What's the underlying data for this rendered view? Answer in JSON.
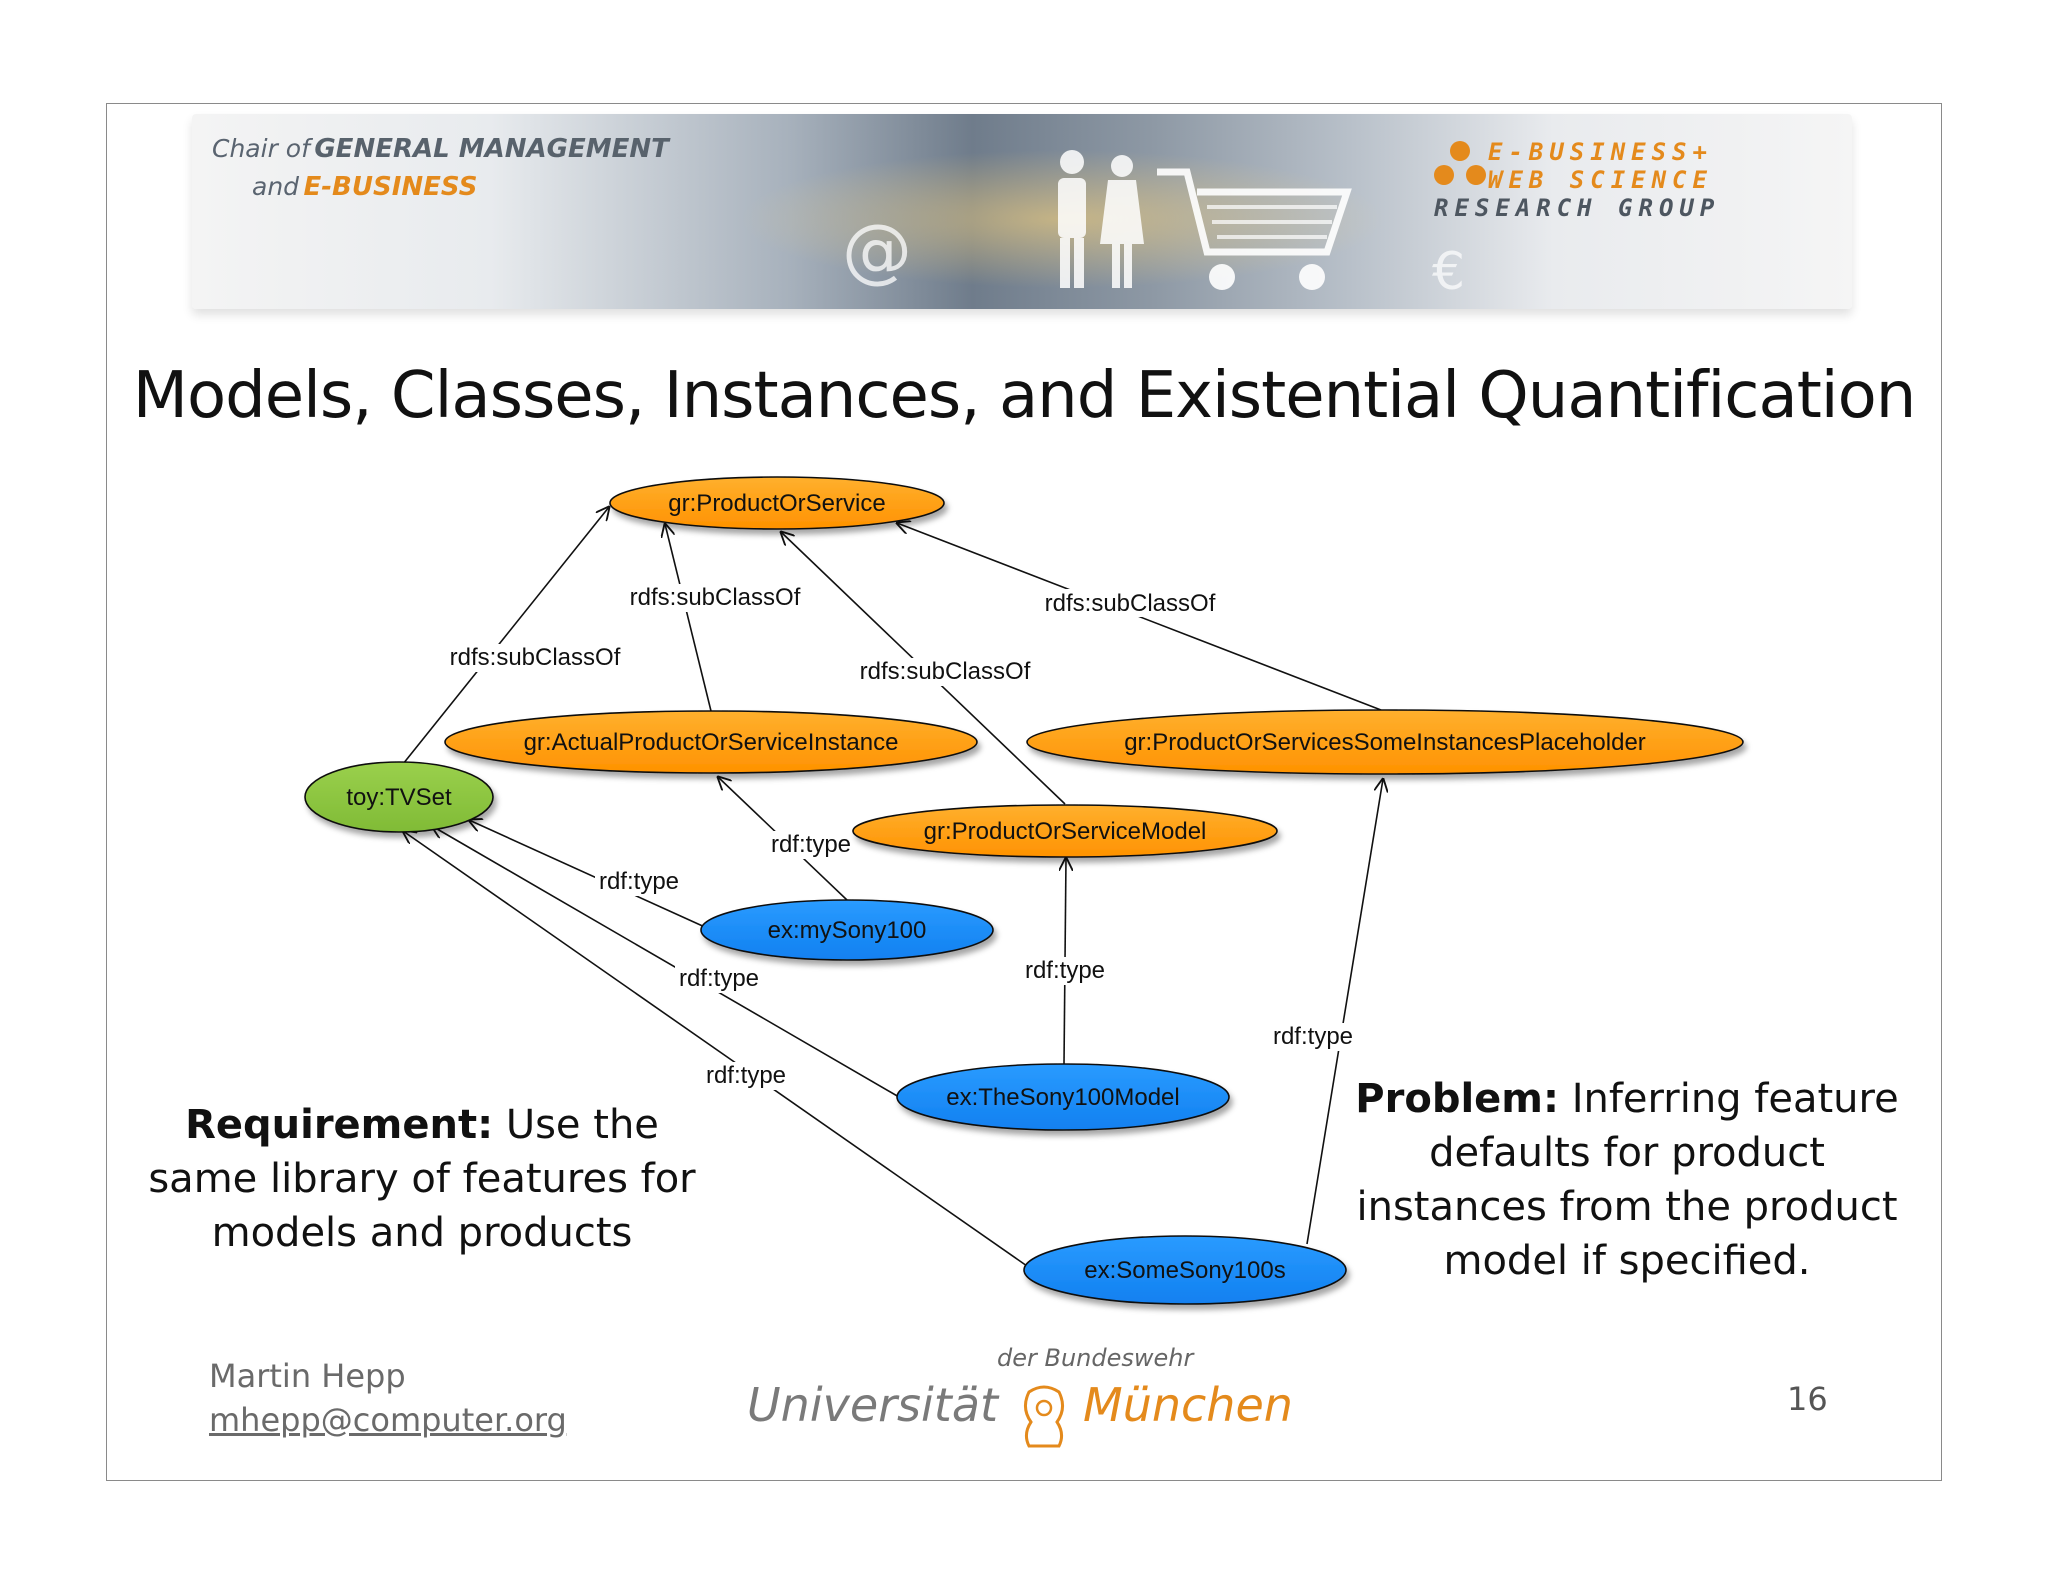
{
  "banner": {
    "chair_of": "Chair of",
    "general_management": "GENERAL MANAGEMENT",
    "and": "and",
    "ebusiness": "E-BUSINESS",
    "group_line1": "E-BUSINESS+",
    "group_line2": "WEB SCIENCE",
    "group_line3": "RESEARCH GROUP"
  },
  "title": "Models, Classes, Instances, and Existential Quantification",
  "nodes": {
    "product_or_service": "gr:ProductOrService",
    "actual_instance": "gr:ActualProductOrServiceInstance",
    "placeholder": "gr:ProductOrServicesSomeInstancesPlaceholder",
    "tvset": "toy:TVSet",
    "model": "gr:ProductOrServiceModel",
    "mysony": "ex:mySony100",
    "sony_model": "ex:TheSony100Model",
    "some_sony": "ex:SomeSony100s"
  },
  "edge_labels": {
    "subclass": "rdfs:subClassOf",
    "type": "rdf:type"
  },
  "requirement": {
    "label": "Requirement:",
    "text": "Use the same library of features for models and products"
  },
  "problem": {
    "label": "Problem:",
    "text": "Inferring feature defaults for product instances from the product model if specified."
  },
  "footer": {
    "author": "Martin Hepp",
    "email": "mhepp@computer.org",
    "uni_small": "der Bundeswehr",
    "uni_left": "Universität",
    "uni_right": "München",
    "page": "16"
  },
  "colors": {
    "orange_node": "#ff9900",
    "blue_node": "#1a8cff",
    "green_node": "#8cc63f",
    "accent": "#e48a1c"
  }
}
